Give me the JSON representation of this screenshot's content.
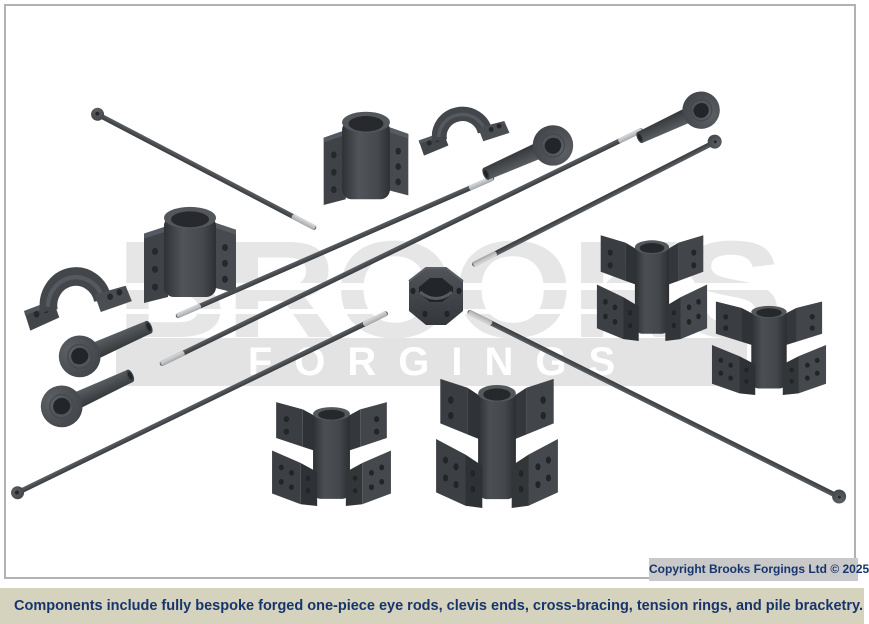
{
  "watermark": {
    "line1": "BROOKS",
    "line2": "FORGINGS"
  },
  "copyright": {
    "text": "Copyright Brooks Forgings Ltd © 2025",
    "bg": "#c9c9c9",
    "color": "#17356d"
  },
  "caption": {
    "text": "Components include fully bespoke forged one-piece eye rods, clevis ends, cross-bracing, tension rings, and pile bracketry.",
    "bg": "#d5d2bd",
    "color": "#17356d"
  },
  "colors": {
    "canvas_border": "#b2b2b2",
    "metal_dark": "#3c3f43",
    "metal_mid": "#46494d",
    "metal_light": "#54585c",
    "thread_tip": "#c9cccf",
    "watermark_gray": "#e5e5e5"
  }
}
